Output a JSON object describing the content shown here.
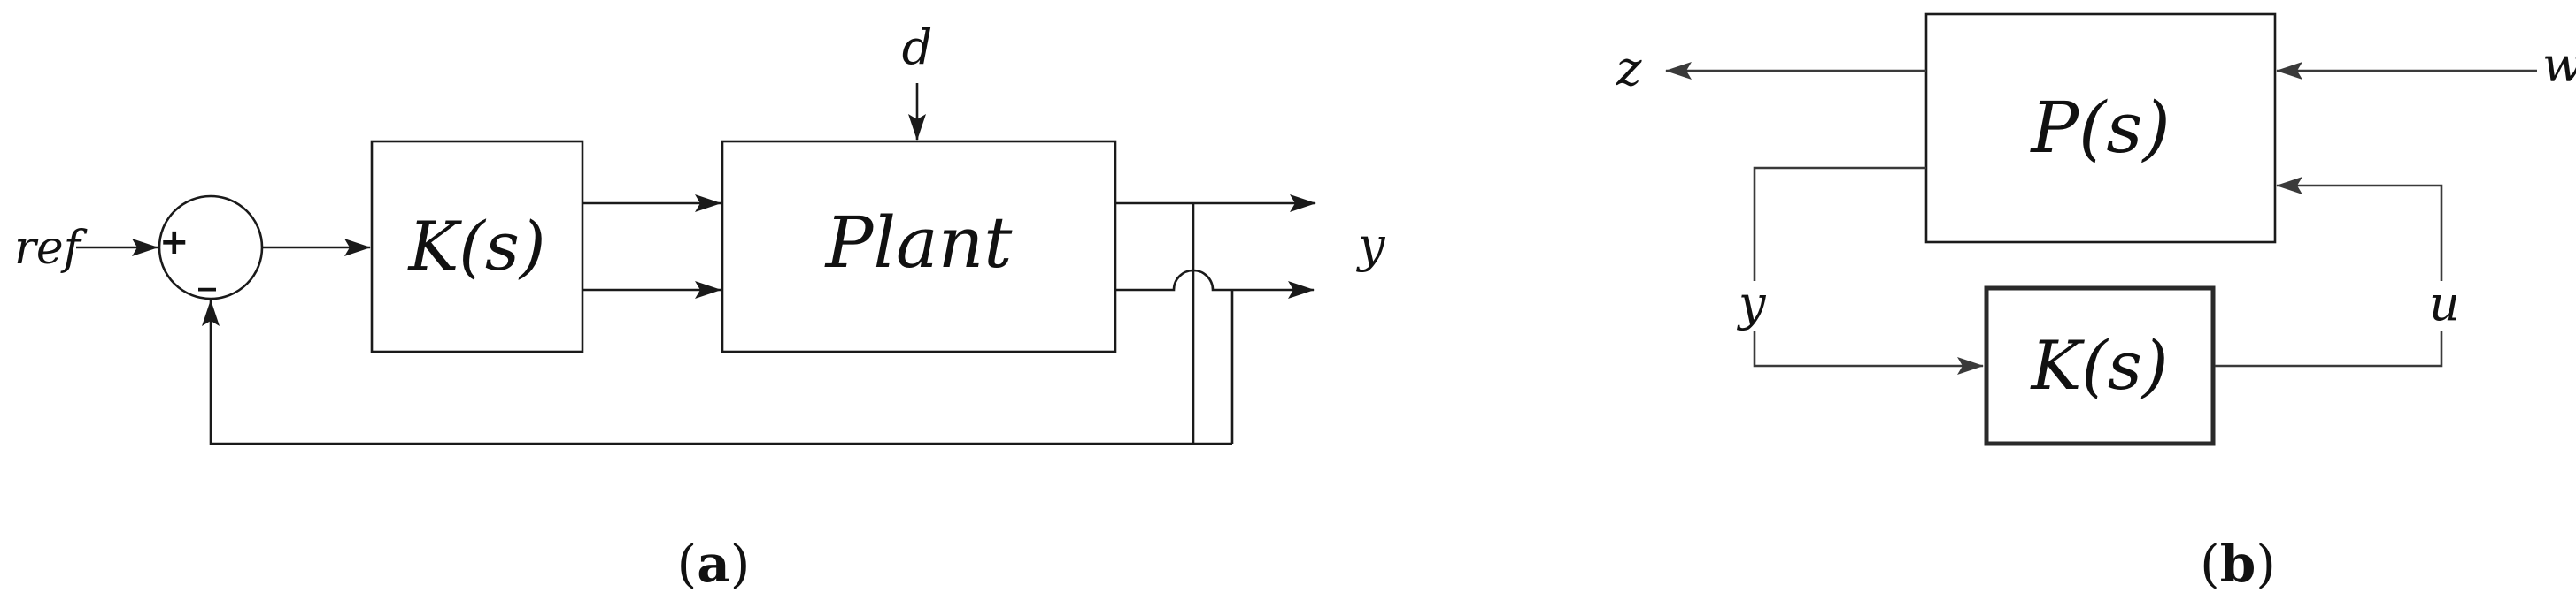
{
  "panel_a": {
    "input_label": "ref",
    "plus_sign": "+",
    "minus_sign": "_",
    "controller_label": "K(s)",
    "plant_label": "Plant",
    "disturbance_label": "d",
    "output_label": "y",
    "caption_open": "(",
    "caption_letter": "a",
    "caption_close": ")"
  },
  "panel_b": {
    "plant_label": "P(s)",
    "controller_label": "K(s)",
    "z_label": "z",
    "w_label": "w",
    "y_label": "y",
    "u_label": "u",
    "caption_open": "(",
    "caption_letter": "b",
    "caption_close": ")"
  }
}
